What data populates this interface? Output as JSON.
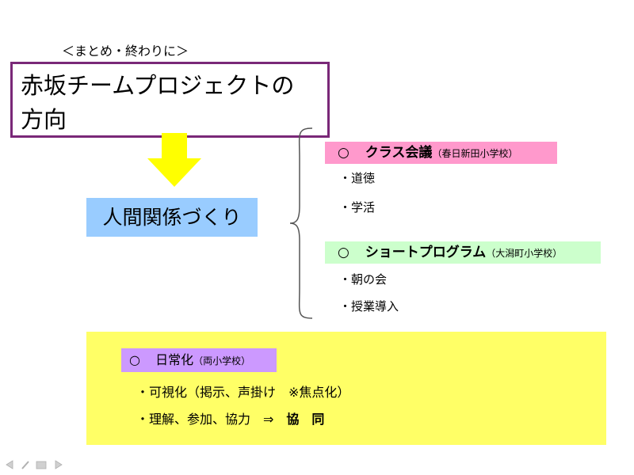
{
  "slide": {
    "subtitle": "＜まとめ・終わりに＞",
    "title_line1": "赤坂チームプロジェクトの",
    "title_line2": "方向",
    "relation_label": "人間関係づくり",
    "class_meeting": {
      "marker": "○",
      "label": "クラス会議",
      "school": "（春日新田小学校）",
      "items": [
        "・道徳",
        "・学活"
      ]
    },
    "short_program": {
      "marker": "○",
      "label": "ショートプログラム",
      "school": "（大潟町小学校）",
      "items": [
        "・朝の会",
        "・授業導入"
      ]
    },
    "daily": {
      "marker": "○",
      "label": "日常化",
      "school": "（両小学校）",
      "item1": "・可視化（掲示、声掛け　※焦点化）",
      "item2_prefix": "・理解、参加、協力　⇒　",
      "item2_bold": "協　同"
    }
  },
  "colors": {
    "title_border": "#7a2878",
    "arrow": "#ffff00",
    "relation_bg": "#99ccff",
    "class_meeting_bg": "#ff99cc",
    "short_program_bg": "#ccffcc",
    "yellow_panel": "#ffff66",
    "daily_bg": "#cc99ff"
  },
  "icons": [
    "down-arrow-icon",
    "curly-brace-icon",
    "nav-prev-icon",
    "nav-pen-icon",
    "nav-menu-icon",
    "nav-next-icon"
  ]
}
